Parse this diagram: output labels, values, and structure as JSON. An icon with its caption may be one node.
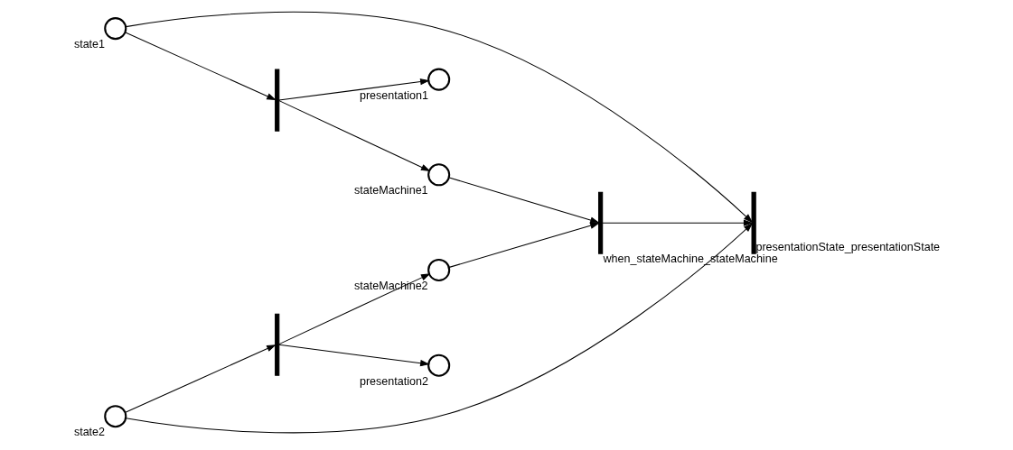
{
  "diagram": {
    "nodes": [
      {
        "text": [],
        "shape": "circle",
        "beside": [
          "state1"
        ]
      },
      {
        "text": [],
        "shape": "circle",
        "beside": [
          "state2"
        ]
      },
      {
        "text": [],
        "shape": "bar"
      },
      {
        "text": [],
        "shape": "circle",
        "beside": [
          "presentation1"
        ]
      },
      {
        "text": [],
        "shape": "circle",
        "beside": [
          "stateMachine1"
        ]
      },
      {
        "text": [],
        "shape": "bar"
      },
      {
        "text": [],
        "shape": "circle",
        "beside": [
          "stateMachine2"
        ]
      },
      {
        "text": [],
        "shape": "circle",
        "beside": [
          "presentation2"
        ]
      },
      {
        "text": [],
        "shape": "bar",
        "beside": [
          "when_stateMachine_stateMachine"
        ]
      },
      {
        "text": [],
        "shape": "bar",
        "beside": [
          "presentationState_presentationState"
        ]
      }
    ],
    "edges": [
      {
        "from": 0,
        "to": 2,
        "arrow": "to"
      },
      {
        "from": 2,
        "to": 3,
        "arrow": "to"
      },
      {
        "from": 2,
        "to": 4,
        "arrow": "to"
      },
      {
        "from": 4,
        "to": 8,
        "arrow": "to"
      },
      {
        "from": 0,
        "to": 9,
        "arrow": "to"
      },
      {
        "from": 1,
        "to": 9,
        "arrow": "to"
      },
      {
        "from": 1,
        "to": 5,
        "arrow": "to"
      },
      {
        "from": 5,
        "to": 6,
        "arrow": "to"
      },
      {
        "from": 5,
        "to": 7,
        "arrow": "to"
      },
      {
        "from": 6,
        "to": 8,
        "arrow": "to"
      },
      {
        "from": 8,
        "to": 9,
        "arrow": "to"
      }
    ]
  }
}
